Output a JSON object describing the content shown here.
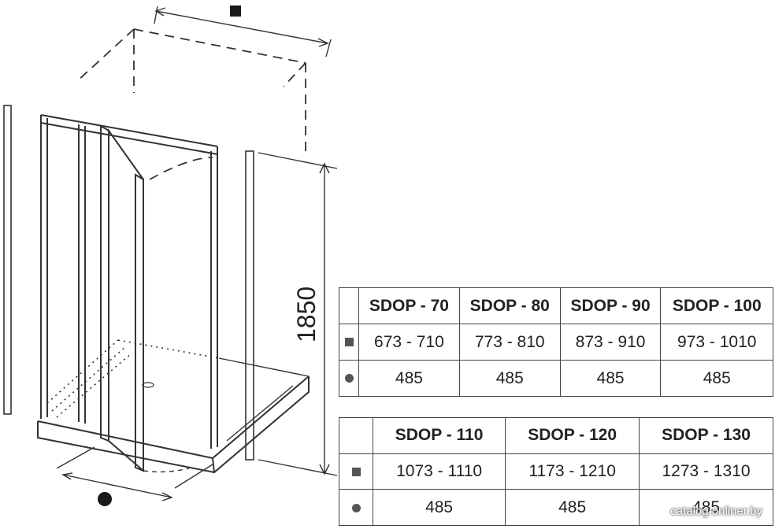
{
  "dimension_height": "1850",
  "table1": {
    "headers": [
      "SDOP - 70",
      "SDOP - 80",
      "SDOP - 90",
      "SDOP - 100"
    ],
    "width_row": [
      "673 - 710",
      "773 - 810",
      "873 - 910",
      "973 - 1010"
    ],
    "door_row": [
      "485",
      "485",
      "485",
      "485"
    ]
  },
  "table2": {
    "headers": [
      "SDOP - 110",
      "SDOP - 120",
      "SDOP - 130"
    ],
    "width_row": [
      "1073 - 1110",
      "1173 - 1210",
      "1273 - 1310"
    ],
    "door_row": [
      "485",
      "485",
      "485"
    ]
  },
  "symbols": {
    "width": "square-symbol",
    "door": "circle-symbol"
  },
  "watermark": "catalog.onliner.by",
  "colors": {
    "line": "#333333",
    "table_border": "#444444",
    "text": "#222222"
  }
}
